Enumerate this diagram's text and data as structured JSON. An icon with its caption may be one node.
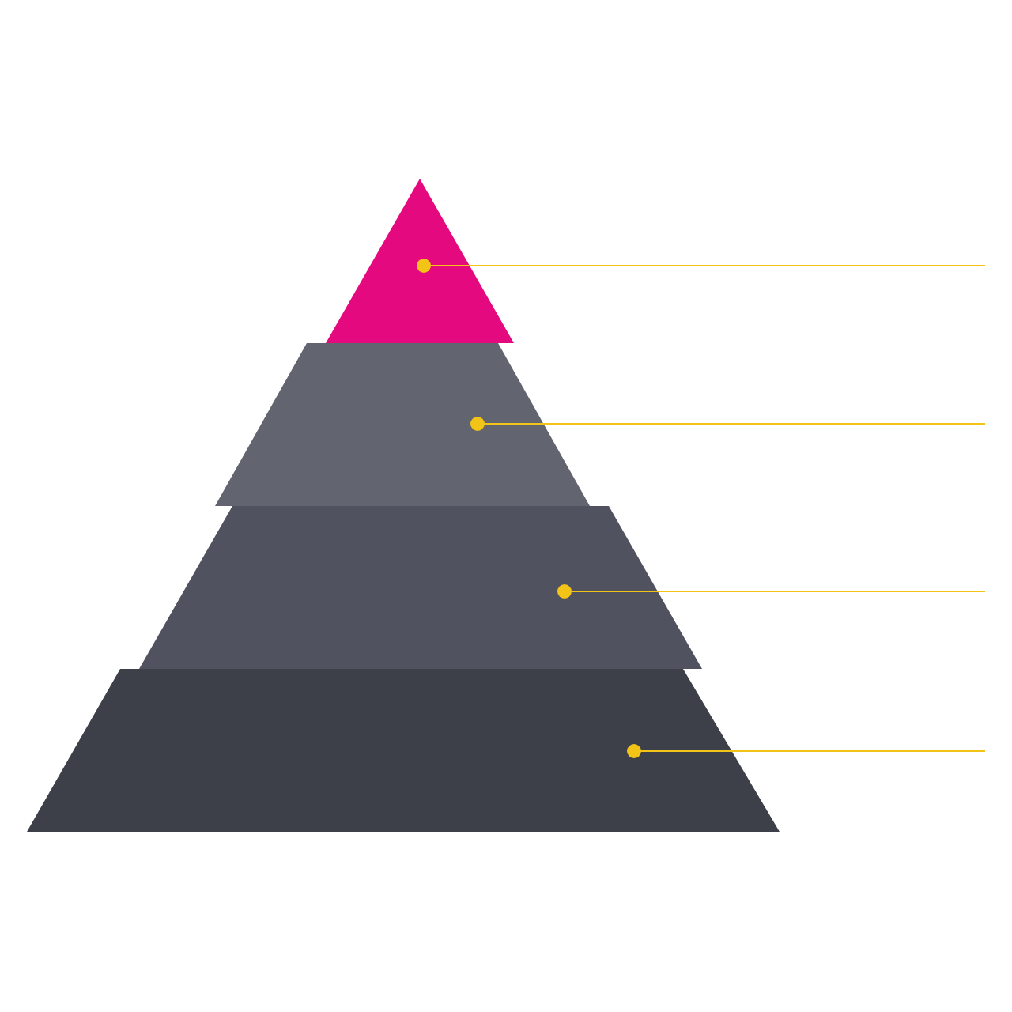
{
  "diagram": {
    "nodes": [
      {
        "text": [],
        "shape": "triangle"
      },
      {
        "text": [],
        "shape": "trapezoid"
      },
      {
        "text": [],
        "shape": "trapezoid"
      },
      {
        "text": [],
        "shape": "trapezoid"
      }
    ],
    "edges": [
      {
        "from": 0,
        "to": null,
        "arrow": "other"
      },
      {
        "from": 1,
        "to": null,
        "arrow": "other"
      },
      {
        "from": 2,
        "to": null,
        "arrow": "other"
      },
      {
        "from": 3,
        "to": null,
        "arrow": "other"
      }
    ]
  }
}
